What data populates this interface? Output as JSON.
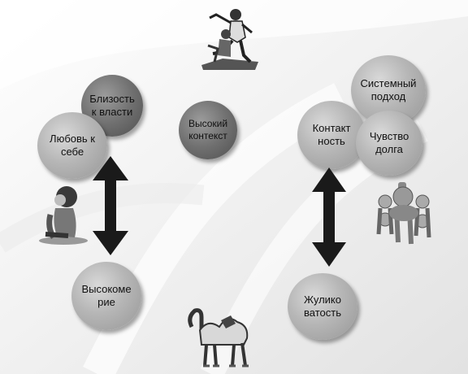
{
  "nodes": {
    "power": "Близость\nк власти",
    "selflove": "Любовь к\nсебе",
    "context": "Высокий\nконтекст",
    "system": "Системный\nподход",
    "contact": "Контакт\nность",
    "duty": "Чувство\nдолга",
    "arrogance": "Высокоме\nрие",
    "cunning": "Жулико\nватость"
  },
  "colors": {
    "light_disc": "#b6b6b6",
    "dark_disc": "#707070",
    "arrow": "#1a1a1a"
  }
}
